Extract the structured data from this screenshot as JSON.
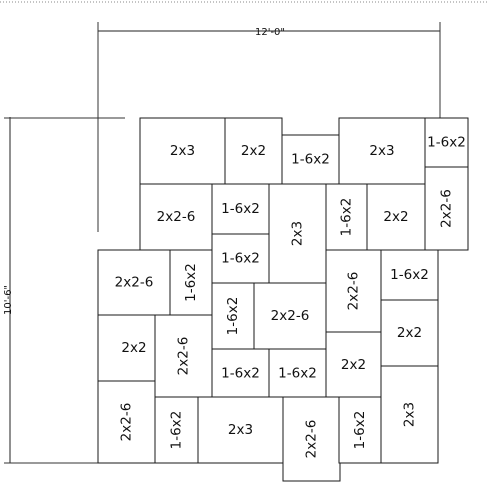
{
  "dimensions": {
    "width_label": "12'-0\"",
    "height_label": "10'-6\""
  },
  "tiles": [
    {
      "label": "2x3"
    },
    {
      "label": "2x2"
    },
    {
      "label": "1-6x2"
    },
    {
      "label": "2x3"
    },
    {
      "label": "1-6x2"
    },
    {
      "label": "2x2-6"
    },
    {
      "label": "1-6x2"
    },
    {
      "label": "2x3"
    },
    {
      "label": "1-6x2"
    },
    {
      "label": "2x2"
    },
    {
      "label": "2x2-6"
    },
    {
      "label": "1-6x2"
    },
    {
      "label": "2x2-6"
    },
    {
      "label": "1-6x2"
    },
    {
      "label": "1-6x2"
    },
    {
      "label": "1-6x2"
    },
    {
      "label": "2x2-6"
    },
    {
      "label": "2x2"
    },
    {
      "label": "2x2"
    },
    {
      "label": "2x2-6"
    },
    {
      "label": "1-6x2"
    },
    {
      "label": "1-6x2"
    },
    {
      "label": "2x2"
    },
    {
      "label": "2x2-6"
    },
    {
      "label": "1-6x2"
    },
    {
      "label": "2x3"
    },
    {
      "label": "2x2-6"
    },
    {
      "label": "1-6x2"
    },
    {
      "label": "2x3"
    }
  ]
}
